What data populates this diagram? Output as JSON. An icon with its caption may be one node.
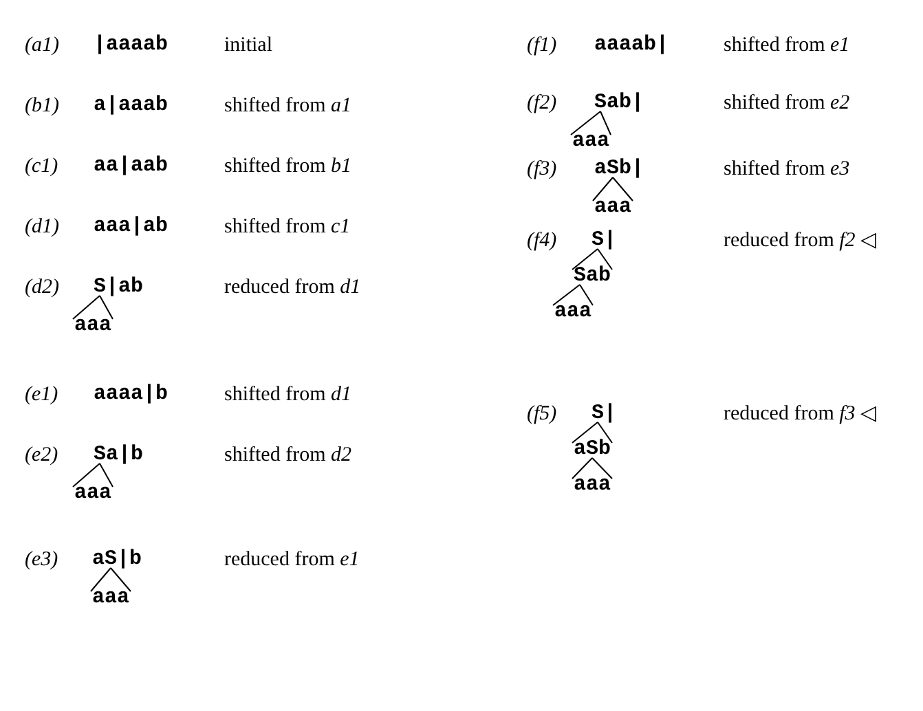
{
  "diagram": {
    "labels": [
      "(a1)",
      "|aaaab",
      "initial",
      "(b1)",
      "a|aaab",
      "shifted from *a1*",
      "(c1)",
      "aa|aab",
      "shifted from *b1*",
      "(d1)",
      "aaa|ab",
      "shifted from *c1*",
      "(d2)",
      "S|ab",
      "reduced from *d1*",
      "aaa",
      "(e1)",
      "aaaa|b",
      "shifted from *d1*",
      "(e2)",
      "Sa|b",
      "shifted from *d2*",
      "aaa",
      "(e3)",
      "aS|b",
      "reduced from *e1*",
      "aaa",
      "(f1)",
      "aaaab|",
      "shifted from *e1*",
      "(f2)",
      "Sab|",
      "shifted from *e2*",
      "aaa",
      "(f3)",
      "aSb|",
      "shifted from *e3*",
      "aaa",
      "(f4)",
      "S|",
      "reduced from *f2* ◁",
      "Sab",
      "aaa",
      "(f5)",
      "S|",
      "reduced from *f3* ◁",
      "aSb",
      "aaa"
    ]
  }
}
